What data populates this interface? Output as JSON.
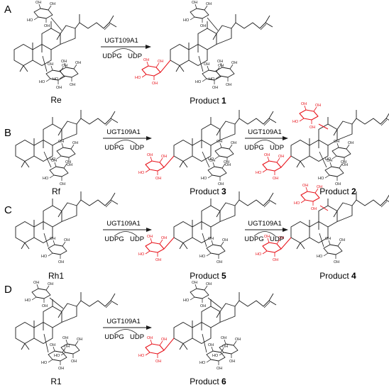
{
  "colors": {
    "ink": "#1a1a1a",
    "new_glucose": "#e8141c",
    "background": "#ffffff"
  },
  "reaction": {
    "enzyme": "UGT109A1",
    "donor": "UDPG",
    "byproduct": "UDP"
  },
  "panels": [
    {
      "letter": "A",
      "compounds": [
        {
          "name": "Re",
          "product_number": ""
        },
        {
          "name": "Product ",
          "product_number": "1"
        }
      ]
    },
    {
      "letter": "B",
      "compounds": [
        {
          "name": "Rf",
          "product_number": ""
        },
        {
          "name": "Product ",
          "product_number": "3"
        },
        {
          "name": "Product ",
          "product_number": "2"
        }
      ]
    },
    {
      "letter": "C",
      "compounds": [
        {
          "name": "Rh1",
          "product_number": ""
        },
        {
          "name": "Product ",
          "product_number": "5"
        },
        {
          "name": "Product ",
          "product_number": "4"
        }
      ]
    },
    {
      "letter": "D",
      "compounds": [
        {
          "name": "R1",
          "product_number": ""
        },
        {
          "name": "Product ",
          "product_number": "6"
        }
      ]
    }
  ]
}
